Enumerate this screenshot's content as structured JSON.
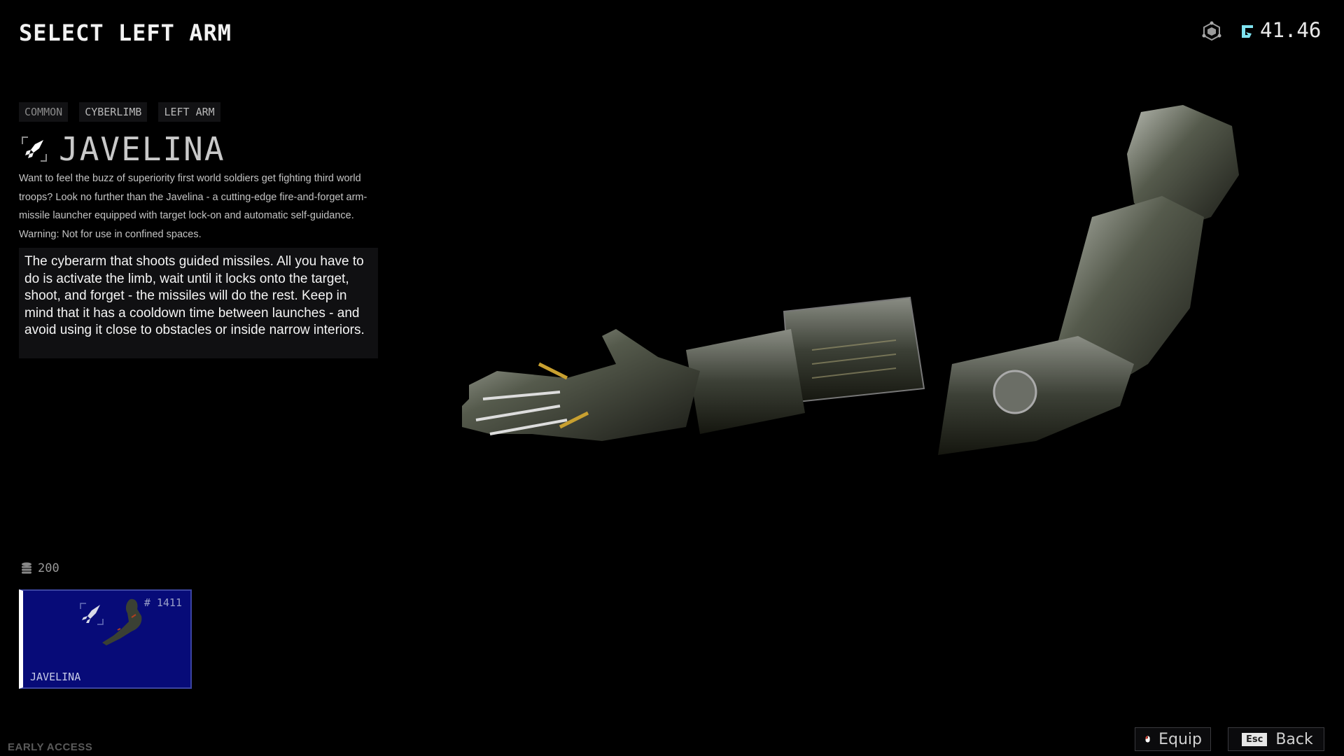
{
  "header": {
    "title": "SELECT LEFT ARM",
    "currency_value": "41.46",
    "hub_icon": "hub-cube-icon",
    "currency_icon": "currency-icon"
  },
  "item": {
    "tags": [
      "COMMON",
      "CYBERLIMB",
      "LEFT ARM"
    ],
    "name": "JAVELINA",
    "icon": "missile-icon",
    "description": "Want to feel the buzz of superiority first world soldiers get fighting third world troops? Look no further than the Javelina - a cutting-edge fire-and-forget arm-missile launcher equipped with target lock-on and automatic self-guidance. Warning: Not for use in confined spaces.",
    "summary": "The cyberarm that shoots guided missiles. All you have to do is activate the limb, wait until it locks onto the target, shoot, and forget - the missiles will do the rest. Keep in mind that it has a cooldown time between launches - and avoid using it close to obstacles or inside narrow interiors.",
    "price": "200"
  },
  "card": {
    "number": "# 1411",
    "name": "JAVELINA"
  },
  "footer": {
    "early_access": "EARLY ACCESS",
    "equip_label": "Equip",
    "back_label": "Back",
    "back_key": "Esc"
  },
  "colors": {
    "card_bg": "#070b78",
    "accent_cyan": "#7fe3f0"
  }
}
